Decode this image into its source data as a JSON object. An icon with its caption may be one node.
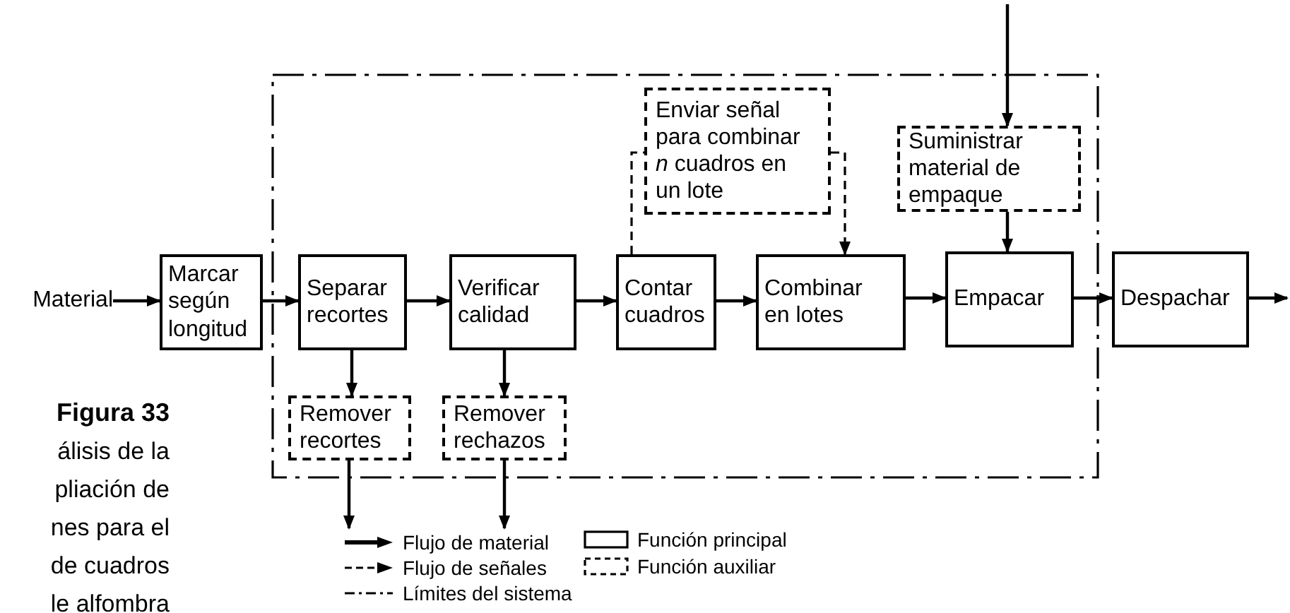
{
  "diagram": {
    "nodes": [
      {
        "text": [
          "Material"
        ]
      },
      {
        "text": [
          "Marcar según longitud"
        ]
      },
      {
        "text": [
          "Separar recortes"
        ]
      },
      {
        "text": [
          "Verificar calidad"
        ]
      },
      {
        "text": [
          "Contar cuadros"
        ]
      },
      {
        "text": [
          "Combinar en lotes"
        ]
      },
      {
        "text": [
          "Empacar"
        ]
      },
      {
        "text": [
          "Despachar"
        ]
      },
      {
        "text": [
          "Enviar señal para combinar *n* cuadros en un lote"
        ]
      },
      {
        "text": [
          "Suministrar material de empaque"
        ]
      },
      {
        "text": [
          "Remover recortes"
        ]
      },
      {
        "text": [
          "Remover rechazos"
        ]
      }
    ],
    "edges": [
      {
        "from": 0,
        "to": 1,
        "arrow": "to"
      },
      {
        "from": 1,
        "to": 2,
        "arrow": "to"
      },
      {
        "from": 2,
        "to": 3,
        "arrow": "to"
      },
      {
        "from": 3,
        "to": 4,
        "arrow": "to"
      },
      {
        "from": 4,
        "to": 5,
        "arrow": "to"
      },
      {
        "from": 5,
        "to": 6,
        "arrow": "to"
      },
      {
        "from": 6,
        "to": 7,
        "arrow": "to"
      },
      {
        "from": 7,
        "to": null,
        "arrow": "to"
      },
      {
        "from": 2,
        "to": 10,
        "arrow": "to"
      },
      {
        "from": 3,
        "to": 11,
        "arrow": "to"
      },
      {
        "from": 10,
        "to": null,
        "arrow": "to"
      },
      {
        "from": 11,
        "to": null,
        "arrow": "to"
      },
      {
        "from": null,
        "to": 9,
        "arrow": "to"
      },
      {
        "from": 9,
        "to": 6,
        "arrow": "to"
      },
      {
        "from": 4,
        "to": 8,
        "arrow": "none",
        "style": "dashed"
      },
      {
        "from": 8,
        "to": 5,
        "arrow": "to",
        "style": "dashed"
      }
    ],
    "labels": [
      "Figura 33",
      "álisis de la",
      "pliación de",
      "nes para el",
      "de cuadros",
      "le alfombra"
    ],
    "legend": [
      {
        "text": "Flujo de material"
      },
      {
        "text": "Flujo de señales"
      },
      {
        "text": "Límites del sistema"
      },
      {
        "text": "Función principal"
      },
      {
        "text": "Función auxiliar"
      }
    ]
  }
}
